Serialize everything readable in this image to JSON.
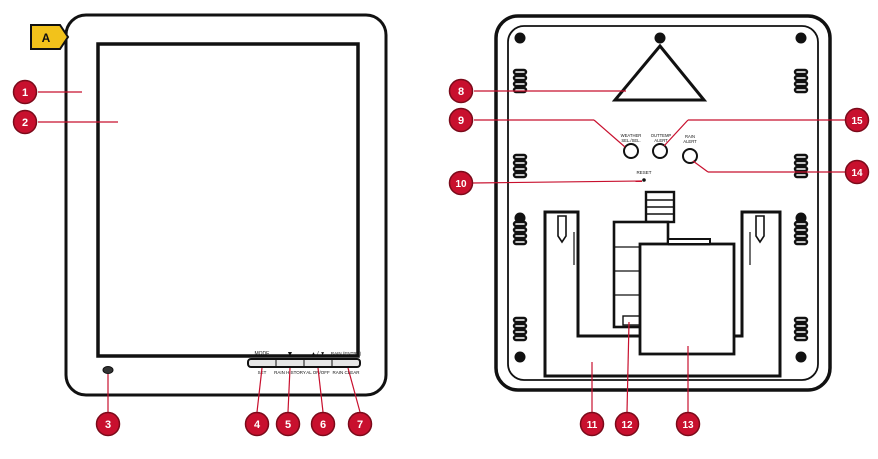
{
  "section_tag": "A",
  "colors": {
    "callout_fill": "#c8102e",
    "callout_ring": "#7a0a1a",
    "tag_fill": "#f2c21b",
    "outline": "#111111",
    "leader": "#c8102e"
  },
  "front": {
    "button_labels_top": [
      "MODE",
      "▼",
      "▲ / ▼",
      "RAIN (ENTRY)"
    ],
    "button_labels_bottom": [
      "SET",
      "RAIN HISTORY",
      "AL ON/OFF",
      "RAIN CLEAR"
    ]
  },
  "back": {
    "button_labels": {
      "weather": [
        "WEATHER",
        "SEL./SEL."
      ],
      "outtemp": [
        "OUTTEMP",
        "ALERT"
      ],
      "rain": [
        "RAIN",
        "ALERT"
      ]
    },
    "reset_label": "RESET"
  },
  "callouts": [
    {
      "id": "1",
      "label": "1"
    },
    {
      "id": "2",
      "label": "2"
    },
    {
      "id": "3",
      "label": "3"
    },
    {
      "id": "4",
      "label": "4"
    },
    {
      "id": "5",
      "label": "5"
    },
    {
      "id": "6",
      "label": "6"
    },
    {
      "id": "7",
      "label": "7"
    },
    {
      "id": "8",
      "label": "8"
    },
    {
      "id": "9",
      "label": "9"
    },
    {
      "id": "10",
      "label": "10"
    },
    {
      "id": "11",
      "label": "11"
    },
    {
      "id": "12",
      "label": "12"
    },
    {
      "id": "13",
      "label": "13"
    },
    {
      "id": "14",
      "label": "14"
    },
    {
      "id": "15",
      "label": "15"
    }
  ]
}
